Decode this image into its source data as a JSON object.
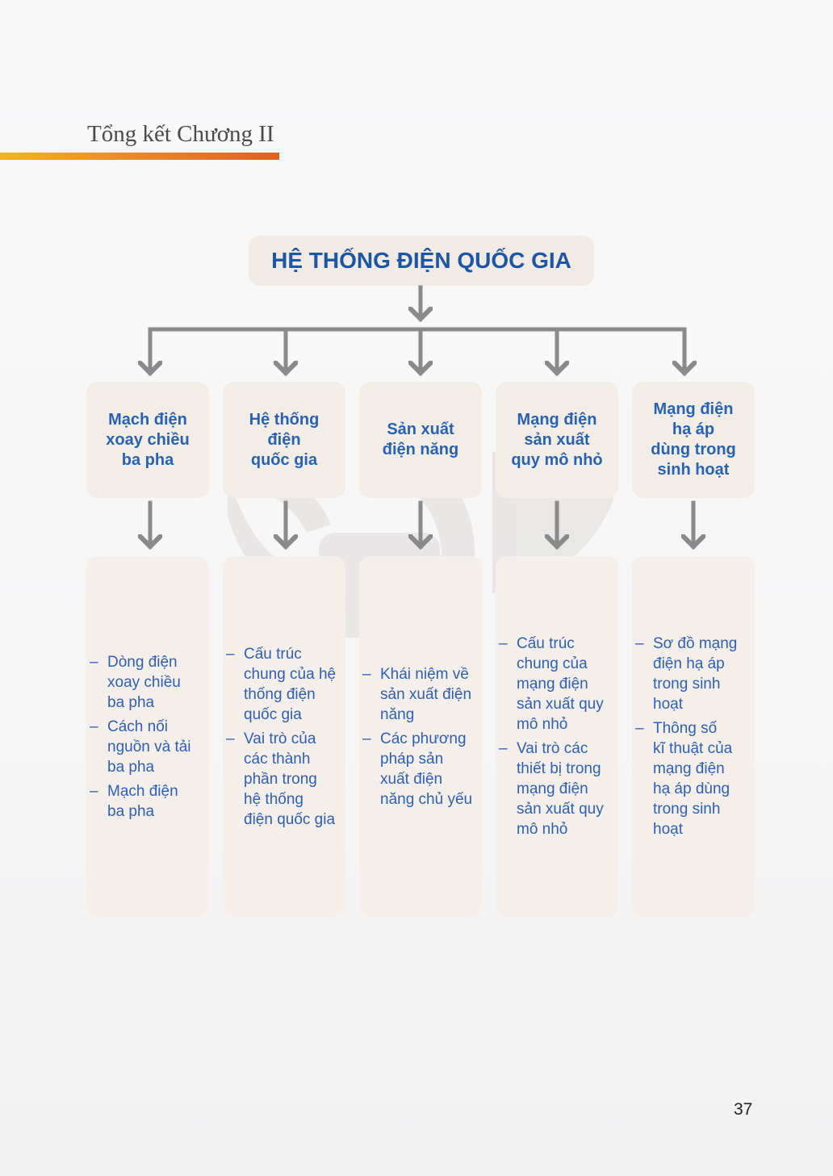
{
  "header": {
    "chapter_title": "Tổng kết Chương II"
  },
  "diagram": {
    "root": "HỆ THỐNG ĐIỆN QUỐC GIA",
    "colors": {
      "title_text": "#1c56a4",
      "node_text": "#2962b0",
      "detail_text": "#2f5fb0",
      "box_fill": "#f3ede8",
      "arrow": "#8a8a8d"
    },
    "branches": [
      {
        "label": "Mạch điện\nxoay chiều\nba pha",
        "items": [
          "Dòng điện\nxoay chiều\nba pha",
          "Cách nối\nnguồn và tải\nba pha",
          "Mạch điện\nba pha"
        ]
      },
      {
        "label": "Hệ thống\nđiện\nquốc gia",
        "items": [
          "Cấu trúc\nchung của hệ\nthống điện\nquốc gia",
          "Vai trò của\ncác thành\nphần trong\nhệ thống\nđiện quốc gia"
        ]
      },
      {
        "label": "Sản xuất\nđiện năng",
        "items": [
          "Khái niệm về\nsản xuất điện\nnăng",
          "Các phương\npháp sản\nxuất điện\nnăng chủ yếu"
        ]
      },
      {
        "label": "Mạng điện\nsản xuất\nquy mô nhỏ",
        "items": [
          "Cấu trúc\nchung của\nmạng điện\nsản xuất quy\nmô nhỏ",
          "Vai trò các\nthiết bị trong\nmạng điện\nsản xuất quy\nmô nhỏ"
        ]
      },
      {
        "label": "Mạng điện\nhạ áp\ndùng trong\nsinh hoạt",
        "items": [
          "Sơ đồ mạng\nđiện hạ áp\ntrong sinh\nhoạt",
          "Thông số\nkĩ thuật của\nmạng điện\nhạ áp dùng\ntrong sinh\nhoạt"
        ]
      }
    ]
  },
  "footer": {
    "page_number": "37"
  }
}
